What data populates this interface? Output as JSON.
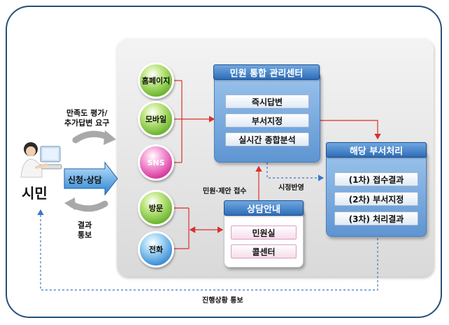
{
  "citizen": {
    "label": "시민"
  },
  "left_flow": {
    "apply_label": "신청·상담",
    "feedback_label": "만족도 평가/\n추가답변 요구",
    "result_label": "결과\n통보"
  },
  "channels": [
    {
      "label": "홈페이지"
    },
    {
      "label": "모바일"
    },
    {
      "label": "SNS"
    },
    {
      "label": "방문"
    },
    {
      "label": "전화"
    }
  ],
  "center": {
    "title": "민원 통합 관리센터",
    "items": [
      "즉시답변",
      "부서지정",
      "실시간 종합분석"
    ]
  },
  "department": {
    "title": "해당 부서처리",
    "items": [
      "(1차) 접수결과",
      "(2차) 부서지정",
      "(3차) 처리결과"
    ]
  },
  "consult": {
    "title": "상담안내",
    "items": [
      "민원실",
      "콜센터"
    ]
  },
  "annotations": {
    "intake": "민원·제안 접수",
    "reflect": "시정반영",
    "progress": "진행상황 통보"
  },
  "colors": {
    "frame": "#24507a",
    "arrow_red": "#d9302c",
    "arrow_dashed": "#3b78c4",
    "arrow_gray": "#a0a0a0"
  }
}
